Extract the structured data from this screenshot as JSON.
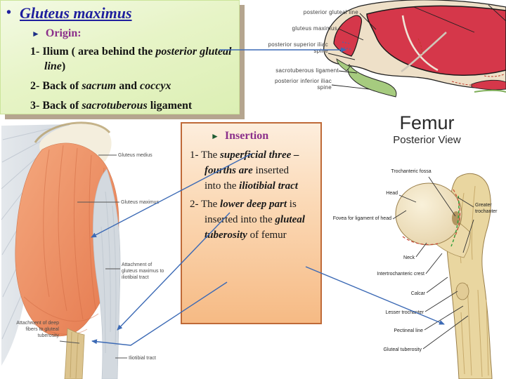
{
  "title_bullet": "•",
  "origin_box": {
    "chevron": "►",
    "title": "Gluteus maximus",
    "header": "Origin:",
    "items": [
      {
        "segments": [
          {
            "t": "1- Ilium ( area behind the "
          },
          {
            "t": "posterior gluteal line"
          },
          {
            "t": ")"
          }
        ]
      },
      {
        "segments": [
          {
            "t": "2- Back of "
          },
          {
            "t": "sacrum"
          },
          {
            "t": " and "
          },
          {
            "t": "coccyx"
          }
        ]
      },
      {
        "segments": [
          {
            "t": "3- Back of "
          },
          {
            "t": "sacrotuberous"
          },
          {
            "t": " ligament"
          }
        ]
      }
    ]
  },
  "insertion_box": {
    "chevron": "►",
    "header": "Insertion",
    "items": [
      {
        "segments": [
          {
            "t": "1- The "
          },
          {
            "t": "superficial three –fourths are"
          },
          {
            "t": " inserted into the "
          },
          {
            "t": "iliotibial tract"
          }
        ]
      },
      {
        "segments": [
          {
            "t": "2- The "
          },
          {
            "t": "lower deep part"
          },
          {
            "t": " is inserted into the "
          },
          {
            "t": "gluteal tuberosity"
          },
          {
            "t": " of femur"
          }
        ]
      }
    ]
  },
  "pelvis_figure": {
    "labels": [
      "posterior gluteal line",
      "gluteus maximus",
      "posterior superior iliac spine",
      "sacrotuberous ligament",
      "posterior inferior iliac spine"
    ]
  },
  "buttock_figure": {
    "labels": [
      "Gluteus medius",
      "Gluteus maximus",
      "Attachment of gluteus maximus to iliotibial tract",
      "Attachment of deep fibers to gluteal tuberosity",
      "Iliotibial tract"
    ]
  },
  "femur_figure": {
    "title": "Femur",
    "subtitle": "Posterior View",
    "labels": [
      "Trochanteric fossa",
      "Head",
      "Fovea for ligament of head",
      "Greater trochanter",
      "Neck",
      "Intertrochanteric crest",
      "Calcar",
      "Lesser trochanter",
      "Pectineal line",
      "Gluteal tuberosity"
    ]
  },
  "colors": {
    "arrow_blue": "#3c6ab5",
    "muscle_red": "#d5374a",
    "ligament_green": "#a6cb7f",
    "origin_box_green": "#e7f4c7",
    "insertion_box_orange": "#f6ba84",
    "title_navy": "#1f1f9e",
    "header_purple": "#8b2f8b"
  }
}
